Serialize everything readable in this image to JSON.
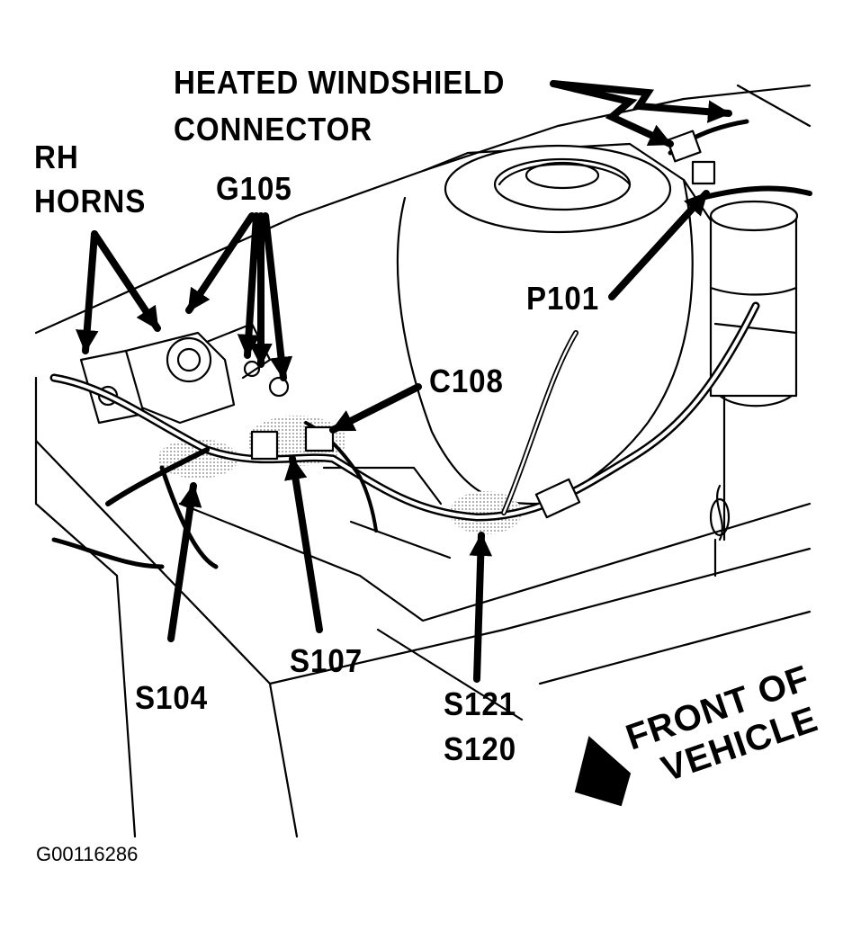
{
  "labels": {
    "heated_windshield_line1": "HEATED WINDSHIELD",
    "heated_windshield_line2": "CONNECTOR",
    "rh_horns_line1": "RH",
    "rh_horns_line2": "HORNS",
    "g105": "G105",
    "p101": "P101",
    "c108": "C108",
    "s104": "S104",
    "s107": "S107",
    "s121": "S121",
    "s120": "S120",
    "front_line1": "FRONT OF",
    "front_line2": "VEHICLE"
  },
  "figure_code": "G00116286",
  "colors": {
    "ink": "#000000",
    "paper": "#ffffff",
    "shading": "#b8b8b8"
  }
}
